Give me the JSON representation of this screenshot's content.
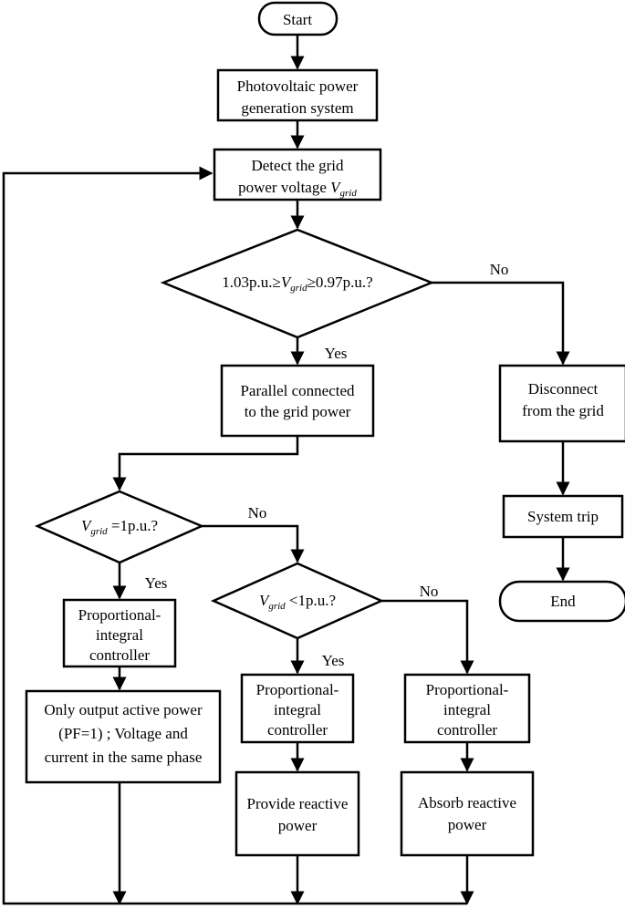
{
  "nodes": {
    "start": "Start",
    "pv_system": [
      "Photovoltaic power",
      "generation system"
    ],
    "detect": {
      "line1": "Detect the grid",
      "line2_prefix": "power voltage ",
      "var": "V",
      "sub": "grid"
    },
    "decision1": {
      "prefix": "1.03p.u.≥",
      "var": "V",
      "sub": "grid",
      "suffix": "≥0.97p.u.?"
    },
    "parallel": [
      "Parallel connected",
      "to the grid power"
    ],
    "disconnect": [
      "Disconnect",
      "from the grid"
    ],
    "system_trip": "System trip",
    "end": "End",
    "decision2": {
      "var": "V",
      "sub": "grid",
      "suffix": " =1p.u.?"
    },
    "decision3": {
      "var": "V",
      "sub": "grid",
      "suffix": " <1p.u.?"
    },
    "pi1": [
      "Proportional-",
      "integral",
      "controller"
    ],
    "pi2": [
      "Proportional-",
      "integral",
      "controller"
    ],
    "pi3": [
      "Proportional-",
      "integral",
      "controller"
    ],
    "only_active": [
      "Only output active power",
      "(PF=1) ; Voltage and",
      "current in the same phase"
    ],
    "provide_reactive": [
      "Provide reactive",
      "power"
    ],
    "absorb_reactive": [
      "Absorb reactive",
      "power"
    ]
  },
  "edge_labels": {
    "d1_yes": "Yes",
    "d1_no": "No",
    "d2_yes": "Yes",
    "d2_no": "No",
    "d3_yes": "Yes",
    "d3_no": "No"
  }
}
